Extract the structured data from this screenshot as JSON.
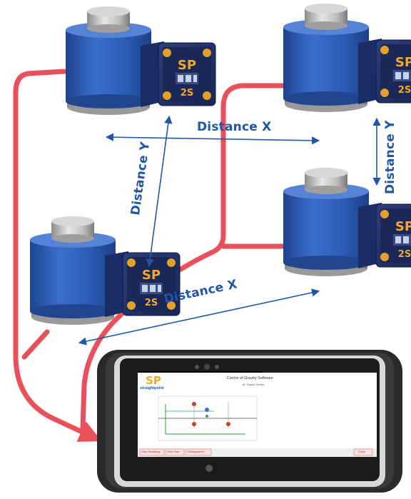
{
  "labels": {
    "distance_x_top": "Distance X",
    "distance_x_bottom": "Distance X",
    "distance_y_left": "Distance Y",
    "distance_y_right": "Distance Y"
  },
  "load_cell": {
    "brand_mark": "SP",
    "icon": "load-cell-icon"
  },
  "tablet": {
    "logo_mark": "SP",
    "logo_text": "straightpoint",
    "app_title": "Centre of Gravity Software",
    "app_subtitle": "M. Gravel Centre",
    "buttons": [
      "View Readings",
      "View Test",
      "Configuration"
    ],
    "exit_button": "Close"
  },
  "colors": {
    "cable": "#e8505b",
    "arrow": "#1f56a8",
    "cell_blue": "#2f5fb5",
    "tablet_frame": "#2b2b2b"
  }
}
